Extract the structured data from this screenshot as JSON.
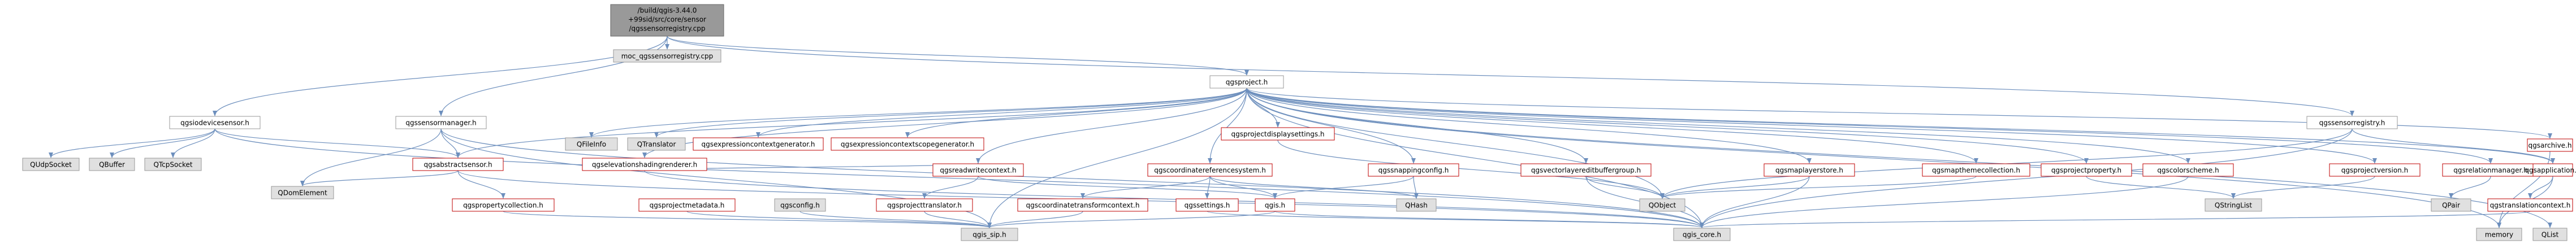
{
  "colors": {
    "edge": "#6d8fbd",
    "node_border": "#999999",
    "node_border_red": "#bf0303",
    "root_fill": "#999999",
    "external_fill": "#e0e0e0"
  },
  "nodes": [
    {
      "id": "root",
      "label": "/build/qgis-3.44.0+99sid/src/core/sensor/qgssensorregistry.cpp",
      "lines": [
        "/build/qgis-3.44.0",
        "+99sid/src/core/sensor",
        "/qgssensorregistry.cpp"
      ],
      "kind": "root"
    },
    {
      "id": "moc",
      "label": "moc_qgssensorregistry.cpp",
      "kind": "ext"
    },
    {
      "id": "qgsproject",
      "label": "qgsproject.h",
      "kind": "plain"
    },
    {
      "id": "qgsiodevicesensor",
      "label": "qgsiodevicesensor.h",
      "kind": "plain"
    },
    {
      "id": "qgssensormanager",
      "label": "qgssensormanager.h",
      "kind": "plain"
    },
    {
      "id": "qgssensorregistry",
      "label": "qgssensorregistry.h",
      "kind": "plain"
    },
    {
      "id": "qfileinfo",
      "label": "QFileInfo",
      "kind": "ext"
    },
    {
      "id": "qtranslator",
      "label": "QTranslator",
      "kind": "ext"
    },
    {
      "id": "qgsexprctxgen",
      "label": "qgsexpressioncontextgenerator.h",
      "kind": "red"
    },
    {
      "id": "qgsexprctxscope",
      "label": "qgsexpressioncontextscopegenerator.h",
      "kind": "red"
    },
    {
      "id": "qgsprojdisplay",
      "label": "qgsprojectdisplaysettings.h",
      "kind": "red"
    },
    {
      "id": "qudpsocket",
      "label": "QUdpSocket",
      "kind": "ext"
    },
    {
      "id": "qbuffer",
      "label": "QBuffer",
      "kind": "ext"
    },
    {
      "id": "qtcpsocket",
      "label": "QTcpSocket",
      "kind": "ext"
    },
    {
      "id": "qgsabstractsensor",
      "label": "qgsabstractsensor.h",
      "kind": "red"
    },
    {
      "id": "qgselevshading",
      "label": "qgselevationshadingrenderer.h",
      "kind": "red"
    },
    {
      "id": "qgsreadwritectx",
      "label": "qgsreadwritecontext.h",
      "kind": "red"
    },
    {
      "id": "qgscrs",
      "label": "qgscoordinatereferencesystem.h",
      "kind": "red"
    },
    {
      "id": "qgssnapping",
      "label": "qgssnappingconfig.h",
      "kind": "red"
    },
    {
      "id": "qgsvectoredit",
      "label": "qgsvectorlayereditbuffergroup.h",
      "kind": "red"
    },
    {
      "id": "qgsmaplayerstore",
      "label": "qgsmaplayerstore.h",
      "kind": "red"
    },
    {
      "id": "qgsmaptheme",
      "label": "qgsmapthemecollection.h",
      "kind": "red"
    },
    {
      "id": "qgsprojprop",
      "label": "qgsprojectproperty.h",
      "kind": "red"
    },
    {
      "id": "qgscolorscheme",
      "label": "qgscolorscheme.h",
      "kind": "red"
    },
    {
      "id": "qgsprojversion",
      "label": "qgsprojectversion.h",
      "kind": "red"
    },
    {
      "id": "qgsrelmanager",
      "label": "qgsrelationmanager.h",
      "kind": "red"
    },
    {
      "id": "qgsapplication",
      "label": "qgsapplication.h",
      "kind": "red"
    },
    {
      "id": "qgsarchive",
      "label": "qgsarchive.h",
      "kind": "red"
    },
    {
      "id": "qdomelement",
      "label": "QDomElement",
      "kind": "ext"
    },
    {
      "id": "qgspropcoll",
      "label": "qgspropertycollection.h",
      "kind": "red"
    },
    {
      "id": "qgsprojmeta",
      "label": "qgsprojectmetadata.h",
      "kind": "red"
    },
    {
      "id": "qgsconfig",
      "label": "qgsconfig.h",
      "kind": "ext"
    },
    {
      "id": "qgsprojtrans",
      "label": "qgsprojecttranslator.h",
      "kind": "red"
    },
    {
      "id": "qgscoordtrans",
      "label": "qgscoordinatetransformcontext.h",
      "kind": "red"
    },
    {
      "id": "qgssettings",
      "label": "qgssettings.h",
      "kind": "red"
    },
    {
      "id": "qgis",
      "label": "qgis.h",
      "kind": "red"
    },
    {
      "id": "qhash",
      "label": "QHash",
      "kind": "ext"
    },
    {
      "id": "qobject",
      "label": "QObject",
      "kind": "ext"
    },
    {
      "id": "qstringlist",
      "label": "QStringList",
      "kind": "ext"
    },
    {
      "id": "qpair",
      "label": "QPair",
      "kind": "ext"
    },
    {
      "id": "qgstranslationctx",
      "label": "qgstranslationcontext.h",
      "kind": "red"
    },
    {
      "id": "qgis_sip",
      "label": "qgis_sip.h",
      "kind": "ext"
    },
    {
      "id": "qgis_core",
      "label": "qgis_core.h",
      "kind": "ext"
    },
    {
      "id": "memory",
      "label": "memory",
      "kind": "ext"
    },
    {
      "id": "qlist",
      "label": "QList",
      "kind": "ext"
    }
  ]
}
